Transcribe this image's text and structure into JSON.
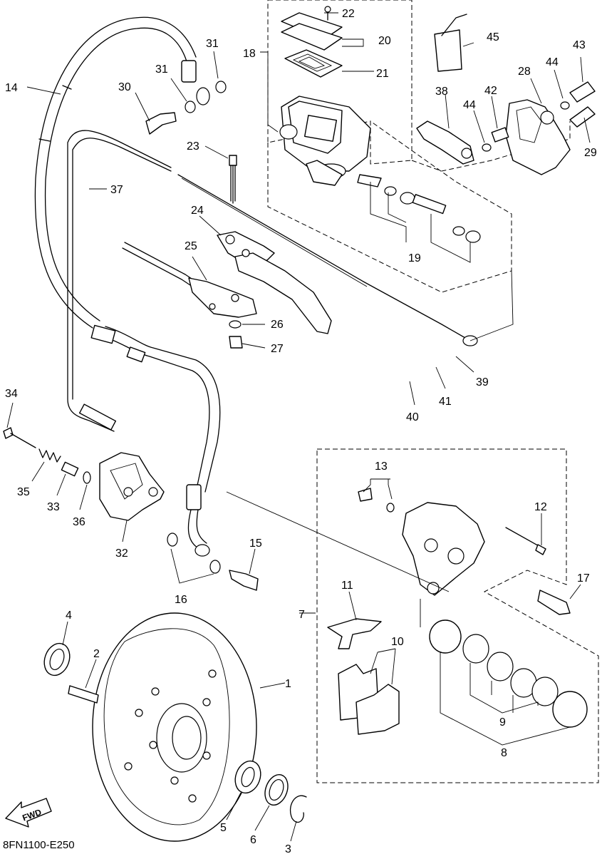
{
  "diagram": {
    "code": "8FN1100-E250",
    "fwd_label": "FWD",
    "labels": [
      "1",
      "2",
      "3",
      "4",
      "5",
      "6",
      "7",
      "8",
      "9",
      "10",
      "11",
      "12",
      "13",
      "14",
      "15",
      "16",
      "17",
      "18",
      "19",
      "20",
      "21",
      "22",
      "23",
      "24",
      "25",
      "26",
      "27",
      "28",
      "29",
      "30",
      "31",
      "31",
      "32",
      "33",
      "34",
      "35",
      "36",
      "37",
      "38",
      "39",
      "40",
      "41",
      "42",
      "43",
      "44",
      "44",
      "45"
    ]
  }
}
